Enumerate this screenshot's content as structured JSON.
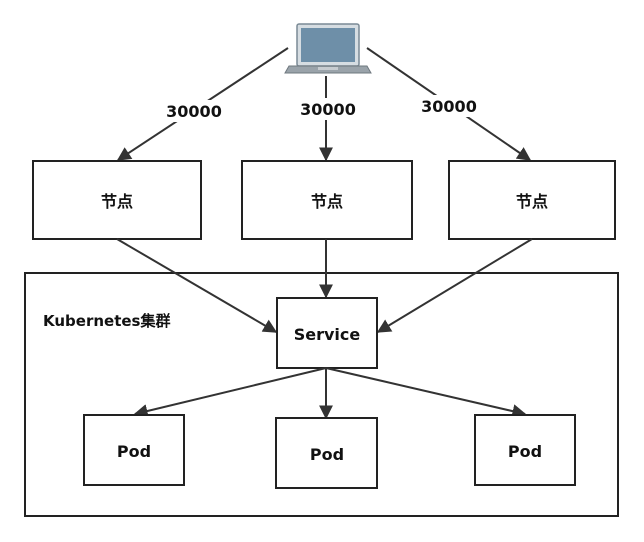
{
  "client": {
    "icon": "laptop-icon"
  },
  "edges_from_client": [
    {
      "label": "30000"
    },
    {
      "label": "30000"
    },
    {
      "label": "30000"
    }
  ],
  "nodes": [
    {
      "label": "节点"
    },
    {
      "label": "节点"
    },
    {
      "label": "节点"
    }
  ],
  "cluster": {
    "label": "Kubernetes集群"
  },
  "service": {
    "label": "Service"
  },
  "pods": [
    {
      "label": "Pod"
    },
    {
      "label": "Pod"
    },
    {
      "label": "Pod"
    }
  ],
  "colors": {
    "stroke": "#222222",
    "laptop_screen": "#6e8fa8",
    "laptop_body": "#9aa3aa"
  }
}
